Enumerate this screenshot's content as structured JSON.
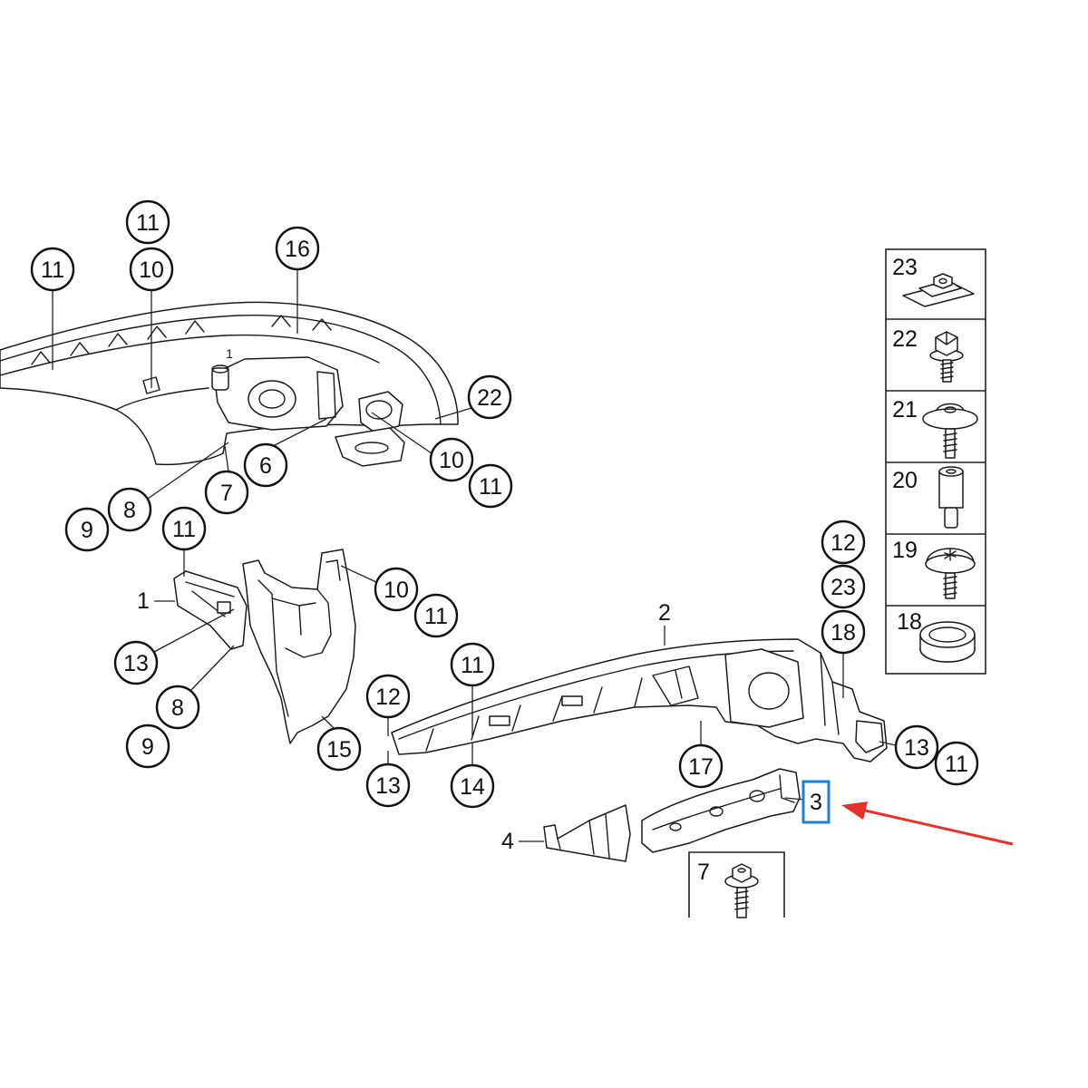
{
  "diagram": {
    "callouts": [
      "11",
      "10",
      "11",
      "16",
      "22",
      "10",
      "11",
      "6",
      "7",
      "8",
      "9",
      "11",
      "10",
      "11",
      "13",
      "8",
      "9",
      "15",
      "12",
      "13",
      "11",
      "14",
      "17",
      "12",
      "23",
      "18",
      "13",
      "11"
    ],
    "part_labels": {
      "bumper_small": "1",
      "part_1": "1",
      "part_2": "2",
      "part_3": "3",
      "part_4": "4"
    },
    "legend": [
      {
        "number": "23",
        "icon": "clip-nut-icon"
      },
      {
        "number": "22",
        "icon": "hex-bolt-icon"
      },
      {
        "number": "21",
        "icon": "washer-head-bolt-icon"
      },
      {
        "number": "20",
        "icon": "spacer-sleeve-icon"
      },
      {
        "number": "19",
        "icon": "torx-screw-icon"
      },
      {
        "number": "18",
        "icon": "grommet-ring-icon"
      }
    ],
    "inset": {
      "number": "7",
      "icon": "flange-nut-stud-icon"
    },
    "highlight": {
      "part": "3",
      "box_color": "#1e7fd8",
      "arrow_color": "#e8312a"
    }
  }
}
